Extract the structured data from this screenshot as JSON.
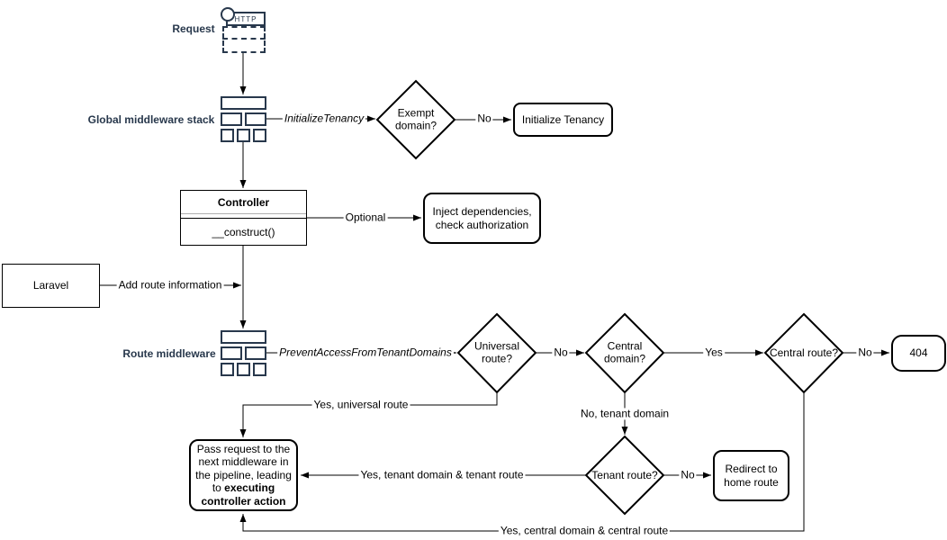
{
  "colors": {
    "accent": "#28384c",
    "line": "#000000",
    "fill": "#ffffff"
  },
  "nodes": {
    "request": {
      "label": "Request",
      "http_text": "HTTP"
    },
    "global_middleware_stack": {
      "label": "Global middleware stack"
    },
    "exempt_domain": {
      "label": "Exempt domain?"
    },
    "initialize_tenancy": {
      "label": "Initialize Tenancy"
    },
    "controller": {
      "title": "Controller",
      "method": "__construct()"
    },
    "inject_dependencies": {
      "label": "Inject dependencies, check authorization"
    },
    "laravel": {
      "label": "Laravel"
    },
    "route_middleware": {
      "label": "Route middleware"
    },
    "universal_route": {
      "label": "Universal route?"
    },
    "central_domain": {
      "label": "Central domain?"
    },
    "central_route": {
      "label": "Central route?"
    },
    "not_found": {
      "label": "404"
    },
    "tenant_route": {
      "label": "Tenant route?"
    },
    "redirect_home": {
      "label": "Redirect to home route"
    },
    "pass_request": {
      "text_normal": "Pass request to the next middleware in the pipeline, leading to ",
      "text_bold": "executing controller action"
    }
  },
  "edge_labels": {
    "initialize_tenancy_middleware": "InitializeTenancy",
    "exempt_no": "No",
    "optional": "Optional",
    "add_route_information": "Add route information",
    "prevent_access": "PreventAccessFromTenantDomains",
    "universal_no": "No",
    "central_domain_yes": "Yes",
    "central_route_no": "No",
    "yes_universal_route": "Yes, universal route",
    "no_tenant_domain": "No, tenant domain",
    "tenant_no": "No",
    "yes_tenant_domain_route": "Yes, tenant domain & tenant route",
    "yes_central_domain_route": "Yes, central domain & central route"
  }
}
